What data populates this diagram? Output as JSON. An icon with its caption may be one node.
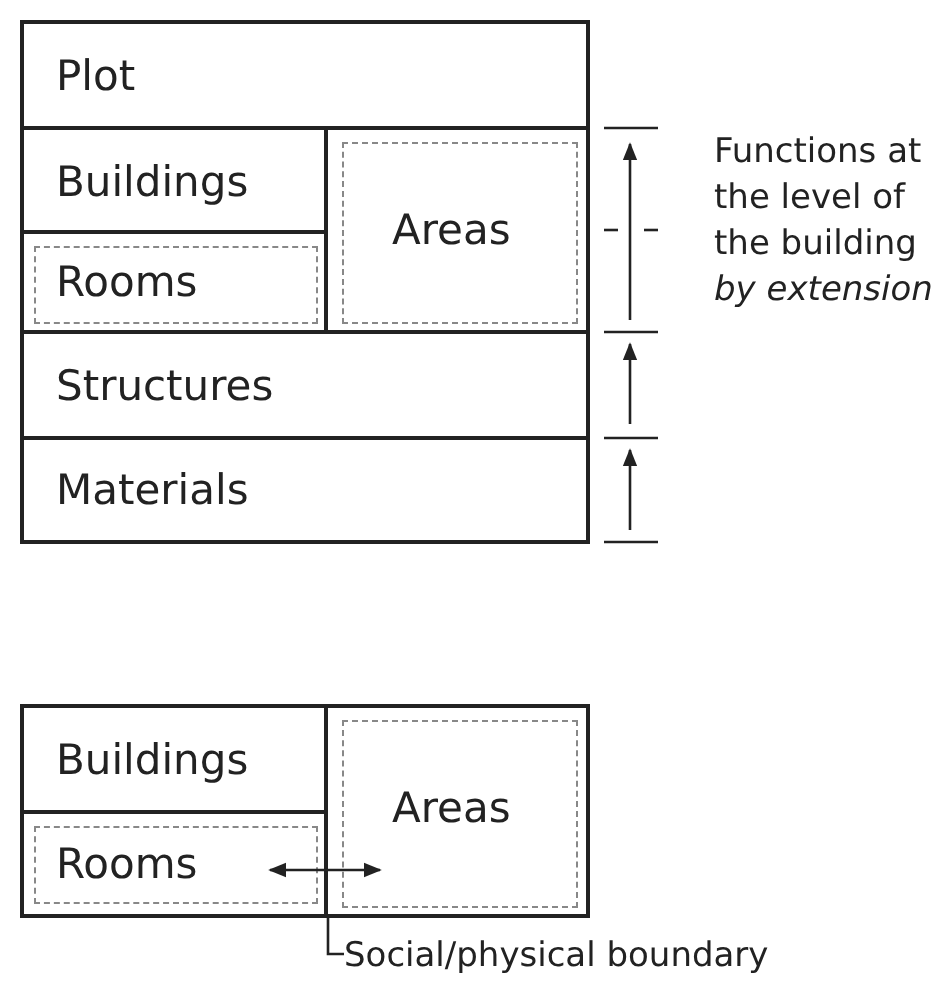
{
  "diagram": {
    "nodes": [
      {
        "text": [
          "Plot"
        ]
      },
      {
        "text": [
          "Buildings"
        ]
      },
      {
        "text": [
          "Rooms"
        ]
      },
      {
        "text": [
          "Areas"
        ]
      },
      {
        "text": [
          "Structures"
        ]
      },
      {
        "text": [
          "Materials"
        ]
      },
      {
        "text": [
          "Buildings"
        ]
      },
      {
        "text": [
          "Rooms"
        ]
      },
      {
        "text": [
          "Areas"
        ]
      },
      {
        "text": [
          "Social/physical boundary"
        ]
      }
    ],
    "edges": [
      {
        "from": 7,
        "to": 8,
        "arrow": "both"
      },
      {
        "from": 9,
        "to": 7,
        "arrow": "none"
      }
    ],
    "labels": [
      "Functions at the level of the building *by extension*"
    ]
  }
}
